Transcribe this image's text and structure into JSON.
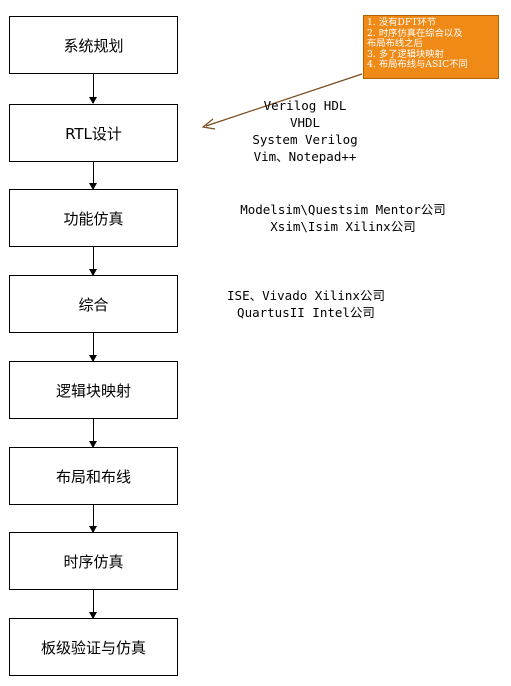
{
  "flow_steps": [
    "系统规划",
    "RTL设计",
    "功能仿真",
    "综合",
    "逻辑块映射",
    "布局和布线",
    "时序仿真",
    "板级验证与仿真"
  ],
  "note": {
    "color": "#ef8a17",
    "lines": [
      "1. 没有DFT环节",
      "2. 时序仿真在综合以及",
      "布局布线之后",
      "3. 多了逻辑块映射",
      "4. 布局布线与ASIC不同"
    ]
  },
  "rtl_tools": [
    "Verilog HDL",
    "VHDL",
    "System Verilog",
    "Vim、Notepad++"
  ],
  "sim_tools": [
    "Modelsim\\Questsim Mentor公司",
    "Xsim\\Isim Xilinx公司"
  ],
  "synth_tools": [
    "ISE、Vivado Xilinx公司",
    "QuartusII Intel公司"
  ]
}
